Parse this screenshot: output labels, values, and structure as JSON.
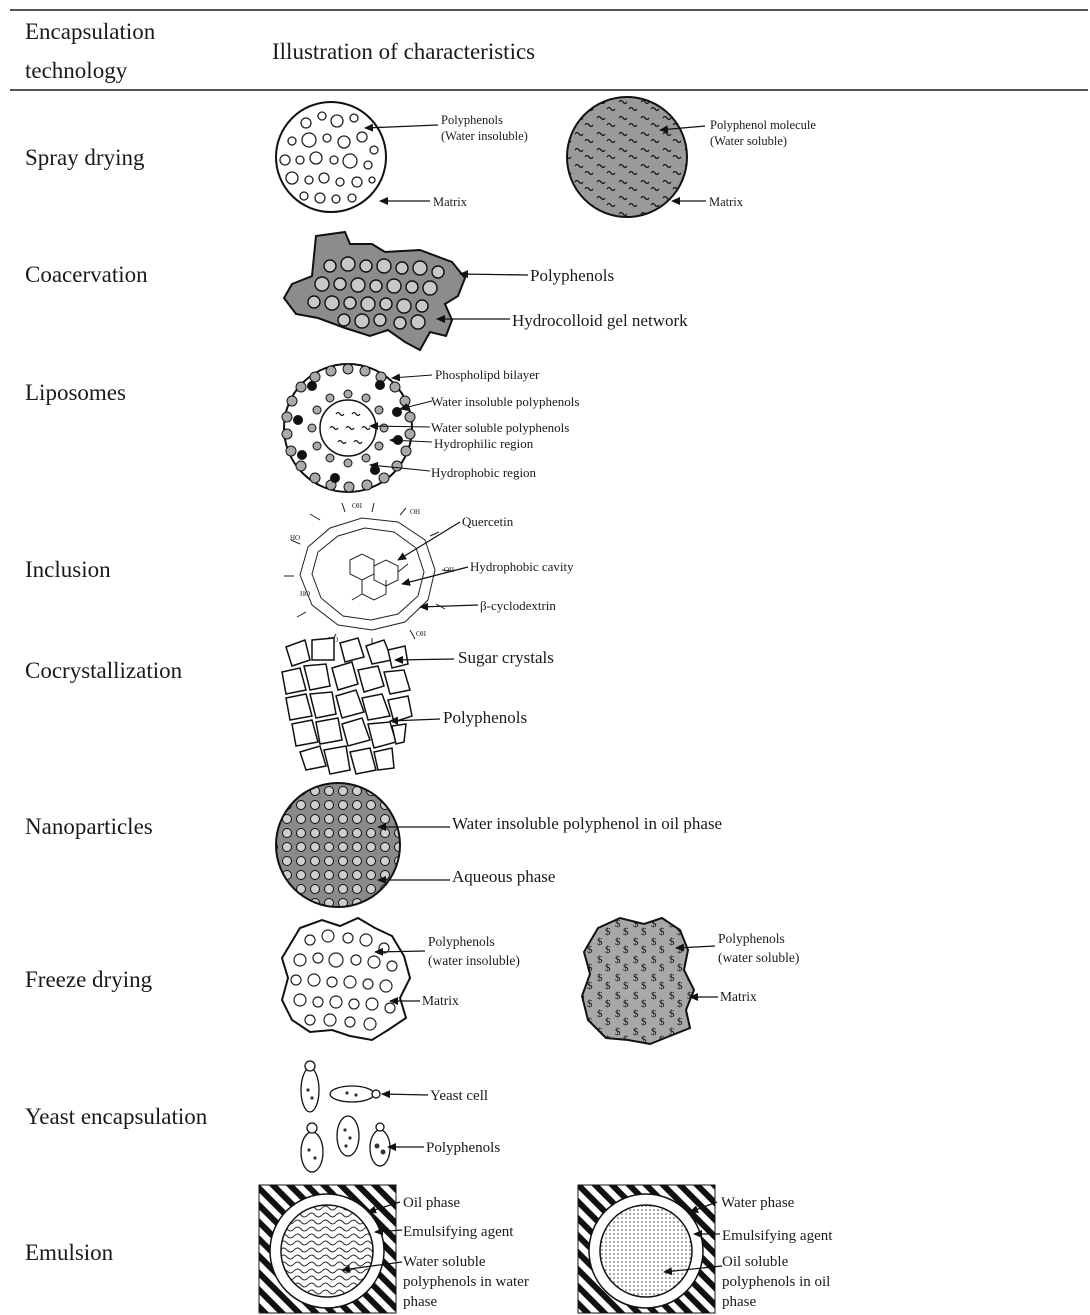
{
  "header": {
    "col1_line1": "Encapsulation",
    "col1_line2": "technology",
    "col2": "Illustration of characteristics"
  },
  "rows": [
    {
      "technology": "Spray drying",
      "labels": [
        "Polyphenols",
        "(Water insoluble)",
        "Matrix",
        "Polyphenol molecule",
        "(Water soluble)",
        "Matrix"
      ]
    },
    {
      "technology": "Coacervation",
      "labels": [
        "Polyphenols",
        "Hydrocolloid gel network"
      ]
    },
    {
      "technology": "Liposomes",
      "labels": [
        "Phospholipd bilayer",
        "Water insoluble polyphenols",
        "Water soluble polyphenols",
        "Hydrophilic region",
        "Hydrophobic region"
      ]
    },
    {
      "technology": "Inclusion",
      "labels": [
        "Quercetin",
        "Hydrophobic cavity",
        "β-cyclodextrin"
      ]
    },
    {
      "technology": "Cocrystallization",
      "labels": [
        "Sugar crystals",
        "Polyphenols"
      ]
    },
    {
      "technology": "Nanoparticles",
      "labels": [
        "Water insoluble polyphenol in oil phase",
        "Aqueous phase"
      ]
    },
    {
      "technology": "Freeze drying",
      "labels": [
        "Polyphenols",
        "(water insoluble)",
        "Matrix",
        "Polyphenols",
        "(water soluble)",
        "Matrix"
      ]
    },
    {
      "technology": "Yeast encapsulation",
      "labels": [
        "Yeast cell",
        "Polyphenols"
      ]
    },
    {
      "technology": "Emulsion",
      "labels": [
        "Oil phase",
        "Emulsifying agent",
        "Water soluble",
        "polyphenols in water",
        "phase",
        "Water phase",
        "Emulsifying agent",
        "Oil soluble",
        "polyphenols in oil",
        "phase"
      ]
    }
  ]
}
